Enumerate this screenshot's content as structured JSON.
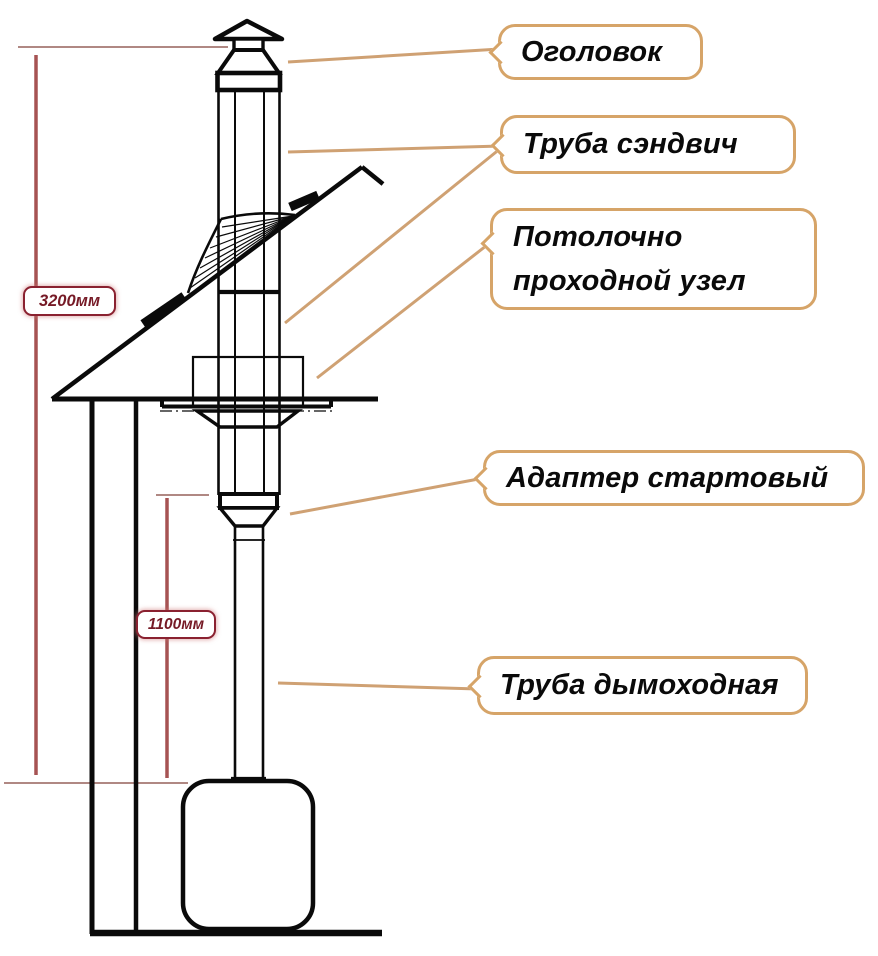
{
  "callouts": {
    "ogolovok": "Оголовок",
    "truba_sendvich": "Труба сэндвич",
    "potolochno_line1": "Потолочно",
    "potolochno_line2": "проходной узел",
    "adapter": "Адаптер стартовый",
    "truba_dymokhodnaya": "Труба дымоходная"
  },
  "dimensions": {
    "total_height": "3200мм",
    "stove_to_ceiling_height": "1100мм"
  },
  "colors": {
    "callout_border": "#d6a468",
    "leader_line": "#cfa173",
    "dimension_line": "#a65353",
    "dimension_tick": "#96615a",
    "dimension_text": "#761a26",
    "drawing_line": "#0a0a0a"
  }
}
